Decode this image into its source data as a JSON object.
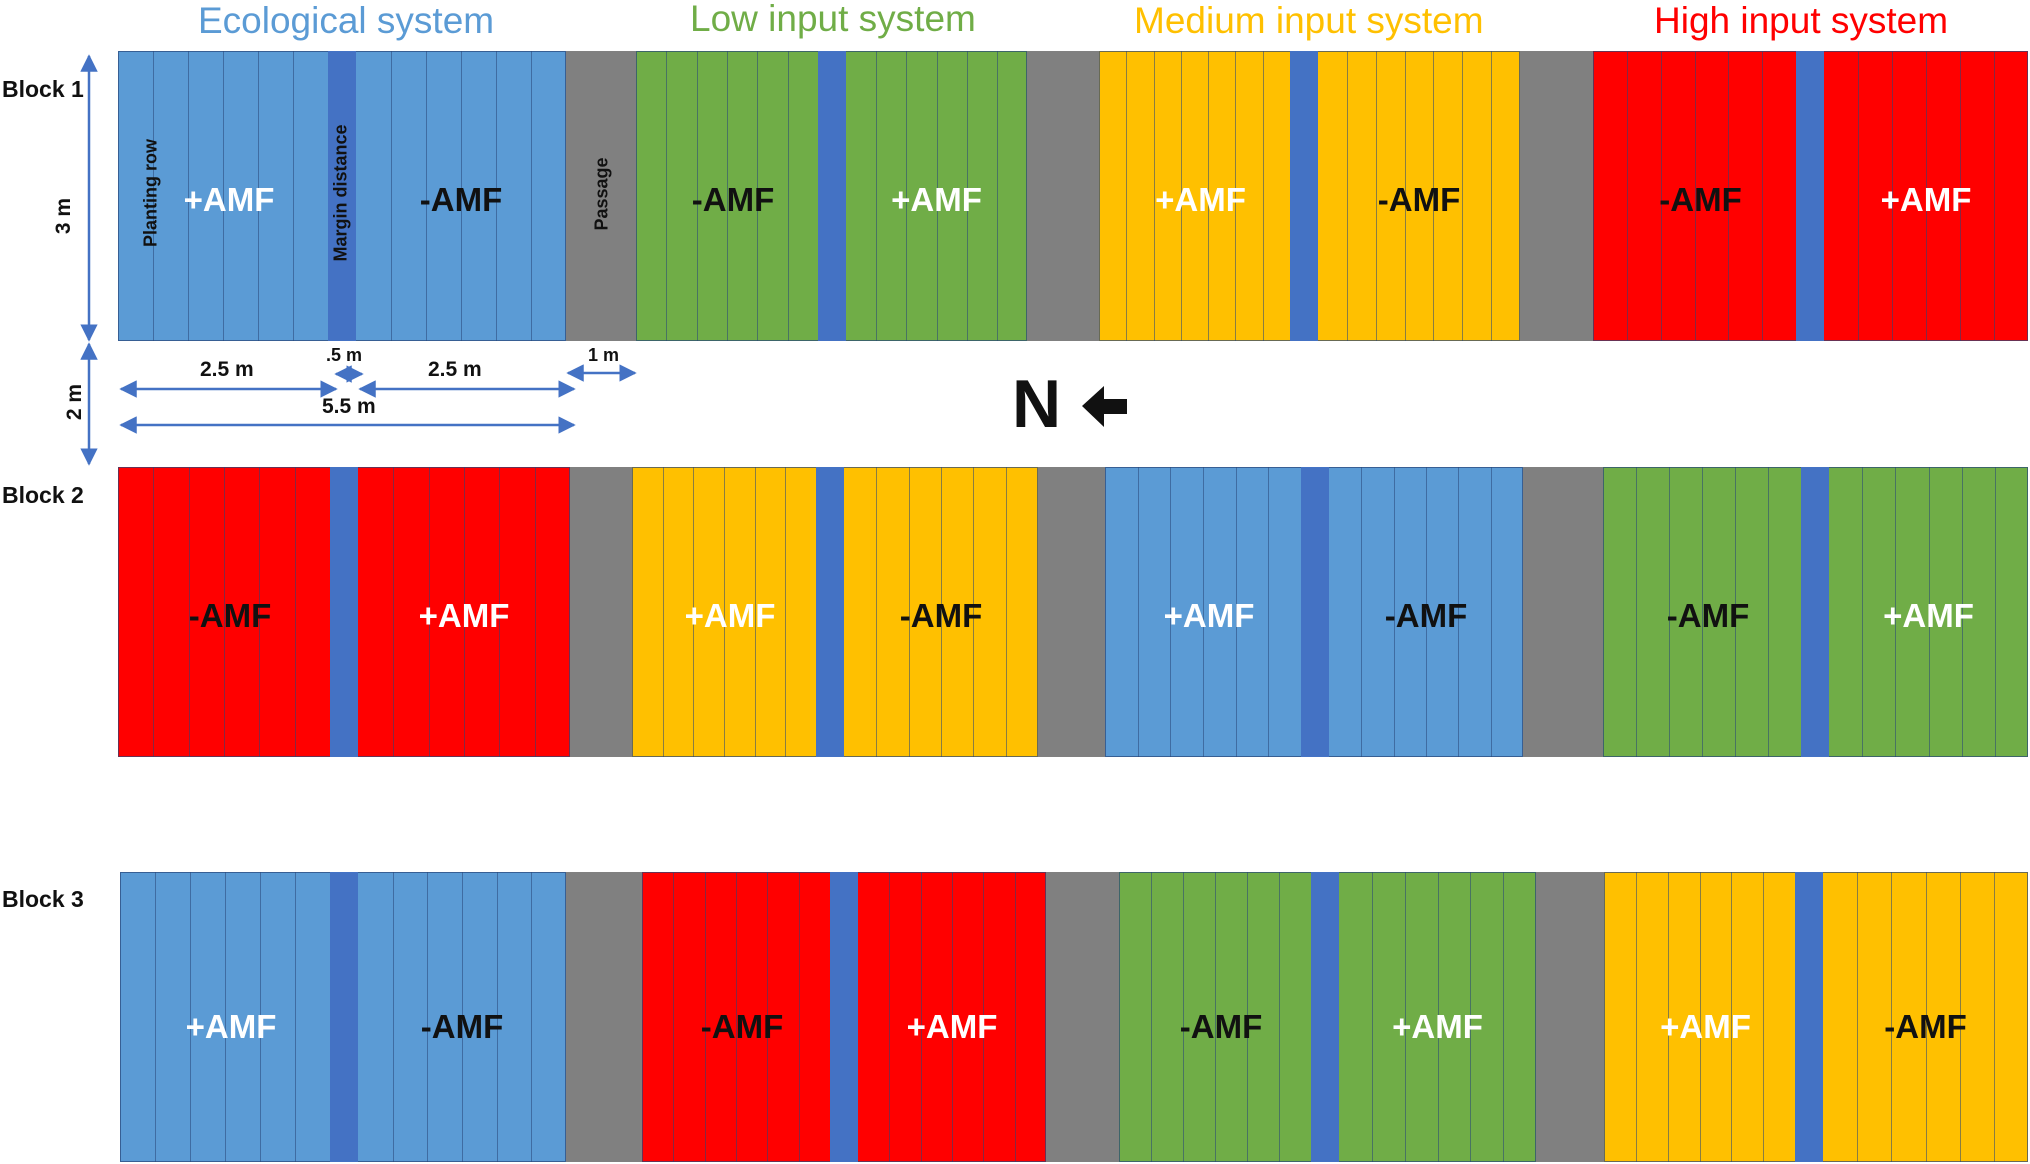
{
  "systems": {
    "ecological": {
      "label": "Ecological  system",
      "color": "#5B9BD5"
    },
    "low": {
      "label": "Low input system",
      "color": "#70AD47"
    },
    "medium": {
      "label": "Medium input system",
      "color": "#FFC000"
    },
    "high": {
      "label": "High input  system",
      "color": "#FF0000"
    }
  },
  "colors": {
    "margin": "#4472C4",
    "passage": "#808080",
    "dimension_arrow": "#4472C4"
  },
  "blocks": [
    {
      "label": "Block 1",
      "plots": [
        {
          "system": "ecological",
          "left": "+AMF",
          "right": "-AMF"
        },
        {
          "system": "low",
          "left": "-AMF",
          "right": "+AMF"
        },
        {
          "system": "medium",
          "left": "+AMF",
          "right": "-AMF"
        },
        {
          "system": "high",
          "left": "-AMF",
          "right": "+AMF"
        }
      ]
    },
    {
      "label": "Block 2",
      "plots": [
        {
          "system": "high",
          "left": "-AMF",
          "right": "+AMF"
        },
        {
          "system": "medium",
          "left": "+AMF",
          "right": "-AMF"
        },
        {
          "system": "ecological",
          "left": "+AMF",
          "right": "-AMF"
        },
        {
          "system": "low",
          "left": "-AMF",
          "right": "+AMF"
        }
      ]
    },
    {
      "label": "Block 3",
      "plots": [
        {
          "system": "ecological",
          "left": "+AMF",
          "right": "-AMF"
        },
        {
          "system": "high",
          "left": "-AMF",
          "right": "+AMF"
        },
        {
          "system": "low",
          "left": "-AMF",
          "right": "+AMF"
        },
        {
          "system": "medium",
          "left": "+AMF",
          "right": "-AMF"
        }
      ]
    }
  ],
  "annotations": {
    "planting_row": "Planting row",
    "margin_distance": "Margin distance",
    "passage": "Passage"
  },
  "dimensions": {
    "height": "3 m",
    "gap": "2 m",
    "subplot_left": "2.5 m",
    "margin": ".5 m",
    "subplot_right": "2.5 m",
    "passage": "1 m",
    "total": "5.5 m"
  },
  "north": {
    "letter": "N",
    "arrow_icon": "left-arrow-icon"
  }
}
